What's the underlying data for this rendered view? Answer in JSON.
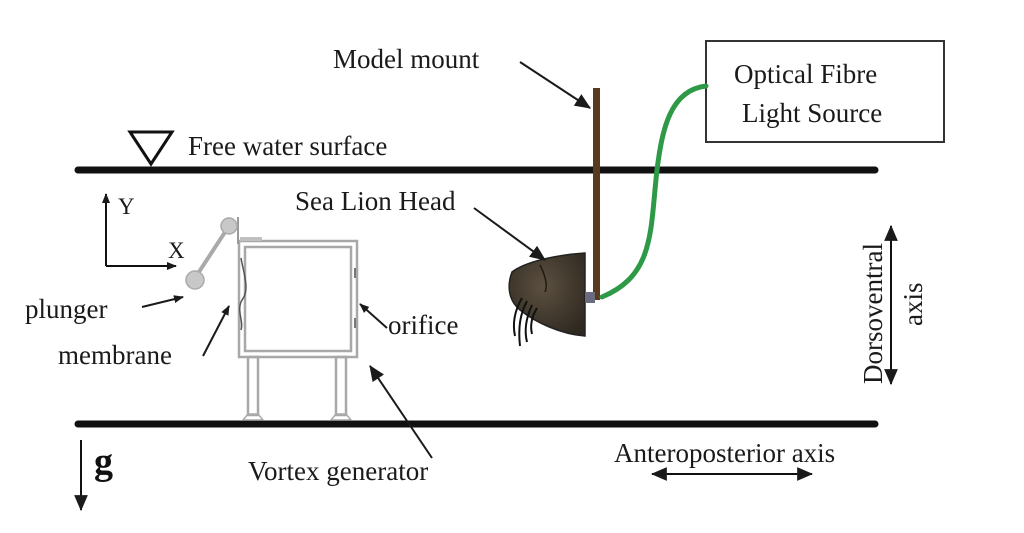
{
  "figure": {
    "title": "Experimental setup: sea lion head model in water channel with vortex generator",
    "labels": {
      "model_mount": "Model mount",
      "light_source_line1": "Optical Fibre",
      "light_source_line2": "Light Source",
      "free_water_surface": "Free water surface",
      "sea_lion_head": "Sea Lion Head",
      "axis_y": "Y",
      "axis_x": "X",
      "plunger": "plunger",
      "membrane": "membrane",
      "orifice": "orifice",
      "vortex_generator": "Vortex generator",
      "gravity": "g",
      "dorsoventral_line1": "Dorsoventral",
      "dorsoventral_line2": "axis",
      "anteroposterior": "Anteroposterior axis"
    },
    "colors": {
      "model_mount": "#5a3a1e",
      "optical_fibre": "#2e9a48",
      "sea_lion_head": "#3b3328",
      "apparatus": "#a8a8a8",
      "water_lines": "#111111"
    }
  }
}
